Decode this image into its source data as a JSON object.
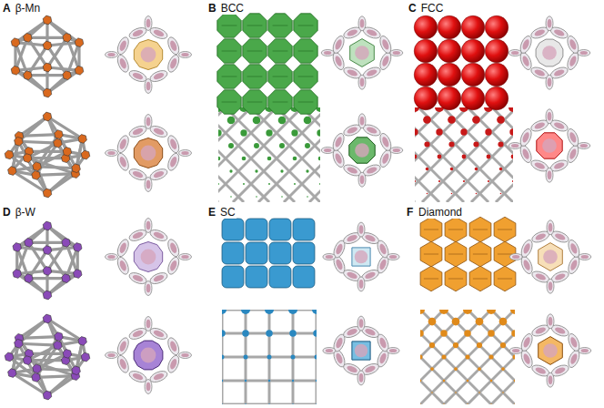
{
  "diagram": {
    "labels": [
      "A",
      "β-Mn",
      "B",
      "BCC",
      "C",
      "FCC",
      "D",
      "β-W",
      "E",
      "SC",
      "F",
      "Diamond"
    ]
  }
}
